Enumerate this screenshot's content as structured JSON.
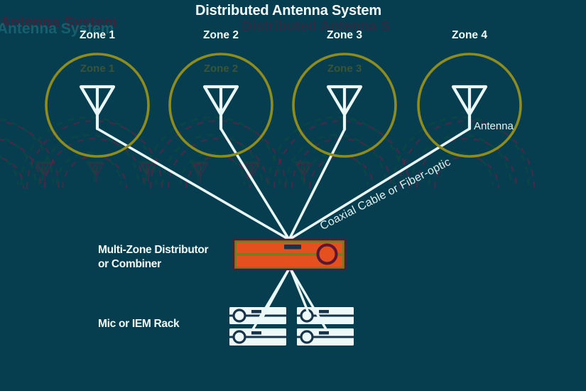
{
  "header": {
    "title": "Distributed Antenna System"
  },
  "zones": [
    {
      "label": "Zone 1"
    },
    {
      "label": "Zone 2"
    },
    {
      "label": "Zone 3"
    },
    {
      "label": "Zone 4"
    }
  ],
  "annotations": {
    "antenna_label": "Antenna",
    "cable_label": "Coaxial Cable or Fiber-optic"
  },
  "equipment": {
    "distributor_label_line1": "Multi-Zone Distributor",
    "distributor_label_line2": "or Combiner",
    "rack_label": "Mic or IEM Rack",
    "rack_unit_count": 4
  },
  "icons": {
    "antenna": "antenna-icon",
    "distributor": "distributor-device-icon",
    "rack_unit": "rack-unit-icon",
    "knob": "knob-icon"
  },
  "colors": {
    "background": "#063e4f",
    "ring": "#8e8c1f",
    "line": "#e9f7f7",
    "text": "#f2fbfb",
    "device_orange": "#e4511e",
    "device_olive": "#7b7a1f",
    "device_maroon": "#5a1634",
    "navy": "#18344b",
    "rack_white": "#edf8f8",
    "ghost_crimson": "#8e1340",
    "ghost_green": "#0d4a42",
    "ghost_olive": "#6f6b1d"
  }
}
